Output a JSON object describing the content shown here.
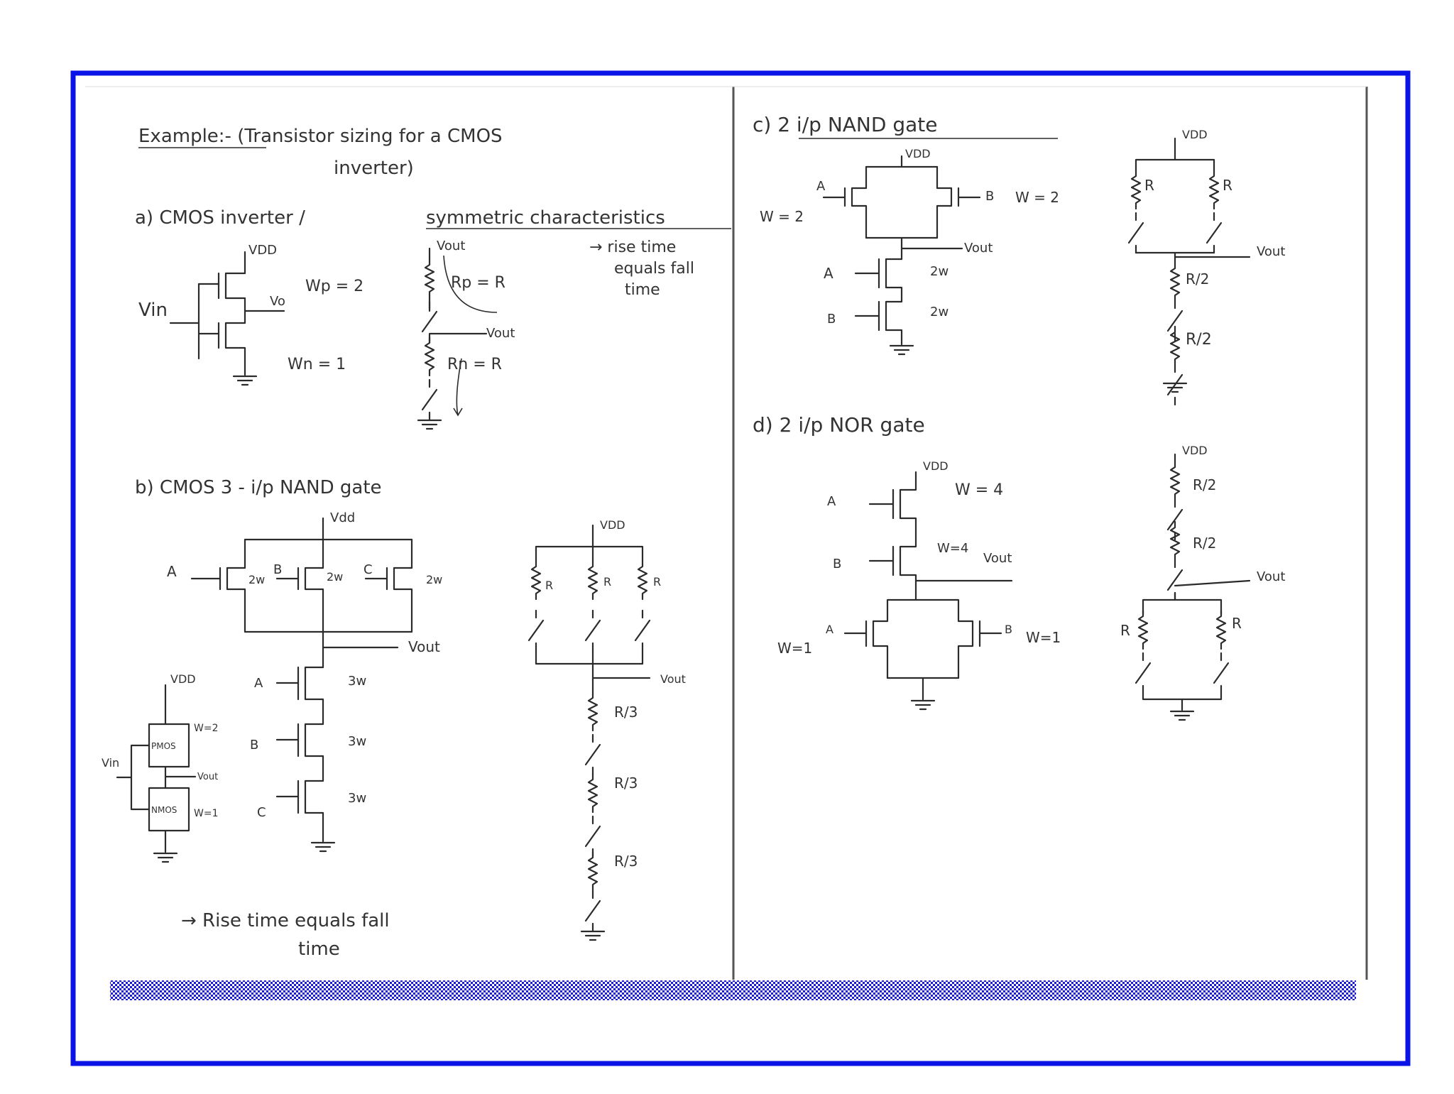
{
  "frame": {
    "border_color": "#0a14e6",
    "stripe_color": "#1a1ad8"
  },
  "sections": {
    "a": {
      "title_line1": "Example:- (Transistor sizing for a CMOS",
      "title_line2": "inverter)",
      "heading_prefix": "a)   CMOS inverter /",
      "heading_underlined": "symmetric characteristics",
      "note_lines": [
        "→ rise time",
        "equals fall",
        "time"
      ],
      "labels": {
        "vdd": "VDD",
        "vin": "Vin",
        "vo": "Vo",
        "wp": "Wp = 2",
        "wn": "Wn = 1",
        "vout_top": "Vout",
        "rp": "Rp = R",
        "vout_mid": "Vout",
        "rn": "Rn = R"
      }
    },
    "b": {
      "heading": "b)   CMOS 3 - i/p NAND gate",
      "labels": {
        "vdd": "Vdd",
        "a": "A",
        "b": "B",
        "c": "C",
        "w2a": "2w",
        "w2b": "2w",
        "w2c": "2w",
        "vout": "Vout",
        "a2": "A",
        "b2": "B",
        "c2": "C",
        "w3a": "3w",
        "w3b": "3w",
        "w3c": "3w",
        "inv_vdd": "VDD",
        "pmos": "PMOS",
        "pmos_w": "W=2",
        "inv_vin": "Vin",
        "inv_vout": "Vout",
        "nmos": "NMOS",
        "nmos_w": "W=1",
        "res_vdd": "VDD",
        "r1": "R",
        "r2": "R",
        "r3": "R",
        "res_vout": "Vout",
        "r3a": "R/3",
        "r3b": "R/3",
        "r3c": "R/3"
      },
      "note_lines": [
        "→ Rise time equals fall",
        "time"
      ]
    },
    "c": {
      "heading": "c)  2 i/p NAND gate",
      "labels": {
        "vdd": "VDD",
        "a": "A",
        "b": "B",
        "wp_left": "W = 2",
        "wp_right": "W = 2",
        "vout": "Vout",
        "a2": "A",
        "b2": "B",
        "w2a": "2w",
        "w2b": "2w",
        "res_vdd": "VDD",
        "r1": "R",
        "r2": "R",
        "res_vout": "Vout",
        "r2a": "R/2",
        "r2b": "R/2"
      }
    },
    "d": {
      "heading": "d)  2 i/p NOR gate",
      "labels": {
        "vdd": "VDD",
        "a": "A",
        "b": "B",
        "w4a": "W = 4",
        "w4b": "W=4",
        "vout": "Vout",
        "a2": "A",
        "b2": "B",
        "w1l": "W=1",
        "w1r": "W=1",
        "res_vdd": "VDD",
        "r2a": "R/2",
        "r2b": "R/2",
        "res_vout": "Vout",
        "r1": "R",
        "r2": "R"
      }
    }
  }
}
